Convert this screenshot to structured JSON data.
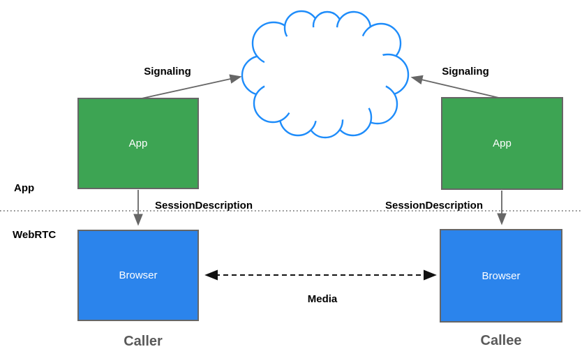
{
  "layers": {
    "app": "App",
    "webrtc": "WebRTC"
  },
  "nodes": {
    "caller_app": {
      "label": "App"
    },
    "caller_browser": {
      "label": "Browser"
    },
    "callee_app": {
      "label": "App"
    },
    "callee_browser": {
      "label": "Browser"
    },
    "cloud": {
      "name": "signaling-cloud"
    }
  },
  "edges": {
    "caller_signaling": "Signaling",
    "callee_signaling": "Signaling",
    "caller_session_description": "SessionDescription",
    "callee_session_description": "SessionDescription",
    "media": "Media"
  },
  "captions": {
    "caller": "Caller",
    "callee": "Callee"
  },
  "colors": {
    "app_box_fill": "#3da453",
    "browser_box_fill": "#2b84ec",
    "cloud_stroke": "#1e8cfa",
    "box_border": "#666666",
    "solid_arrow": "#666666",
    "media_arrow": "#111111",
    "caption_text": "#595959"
  }
}
